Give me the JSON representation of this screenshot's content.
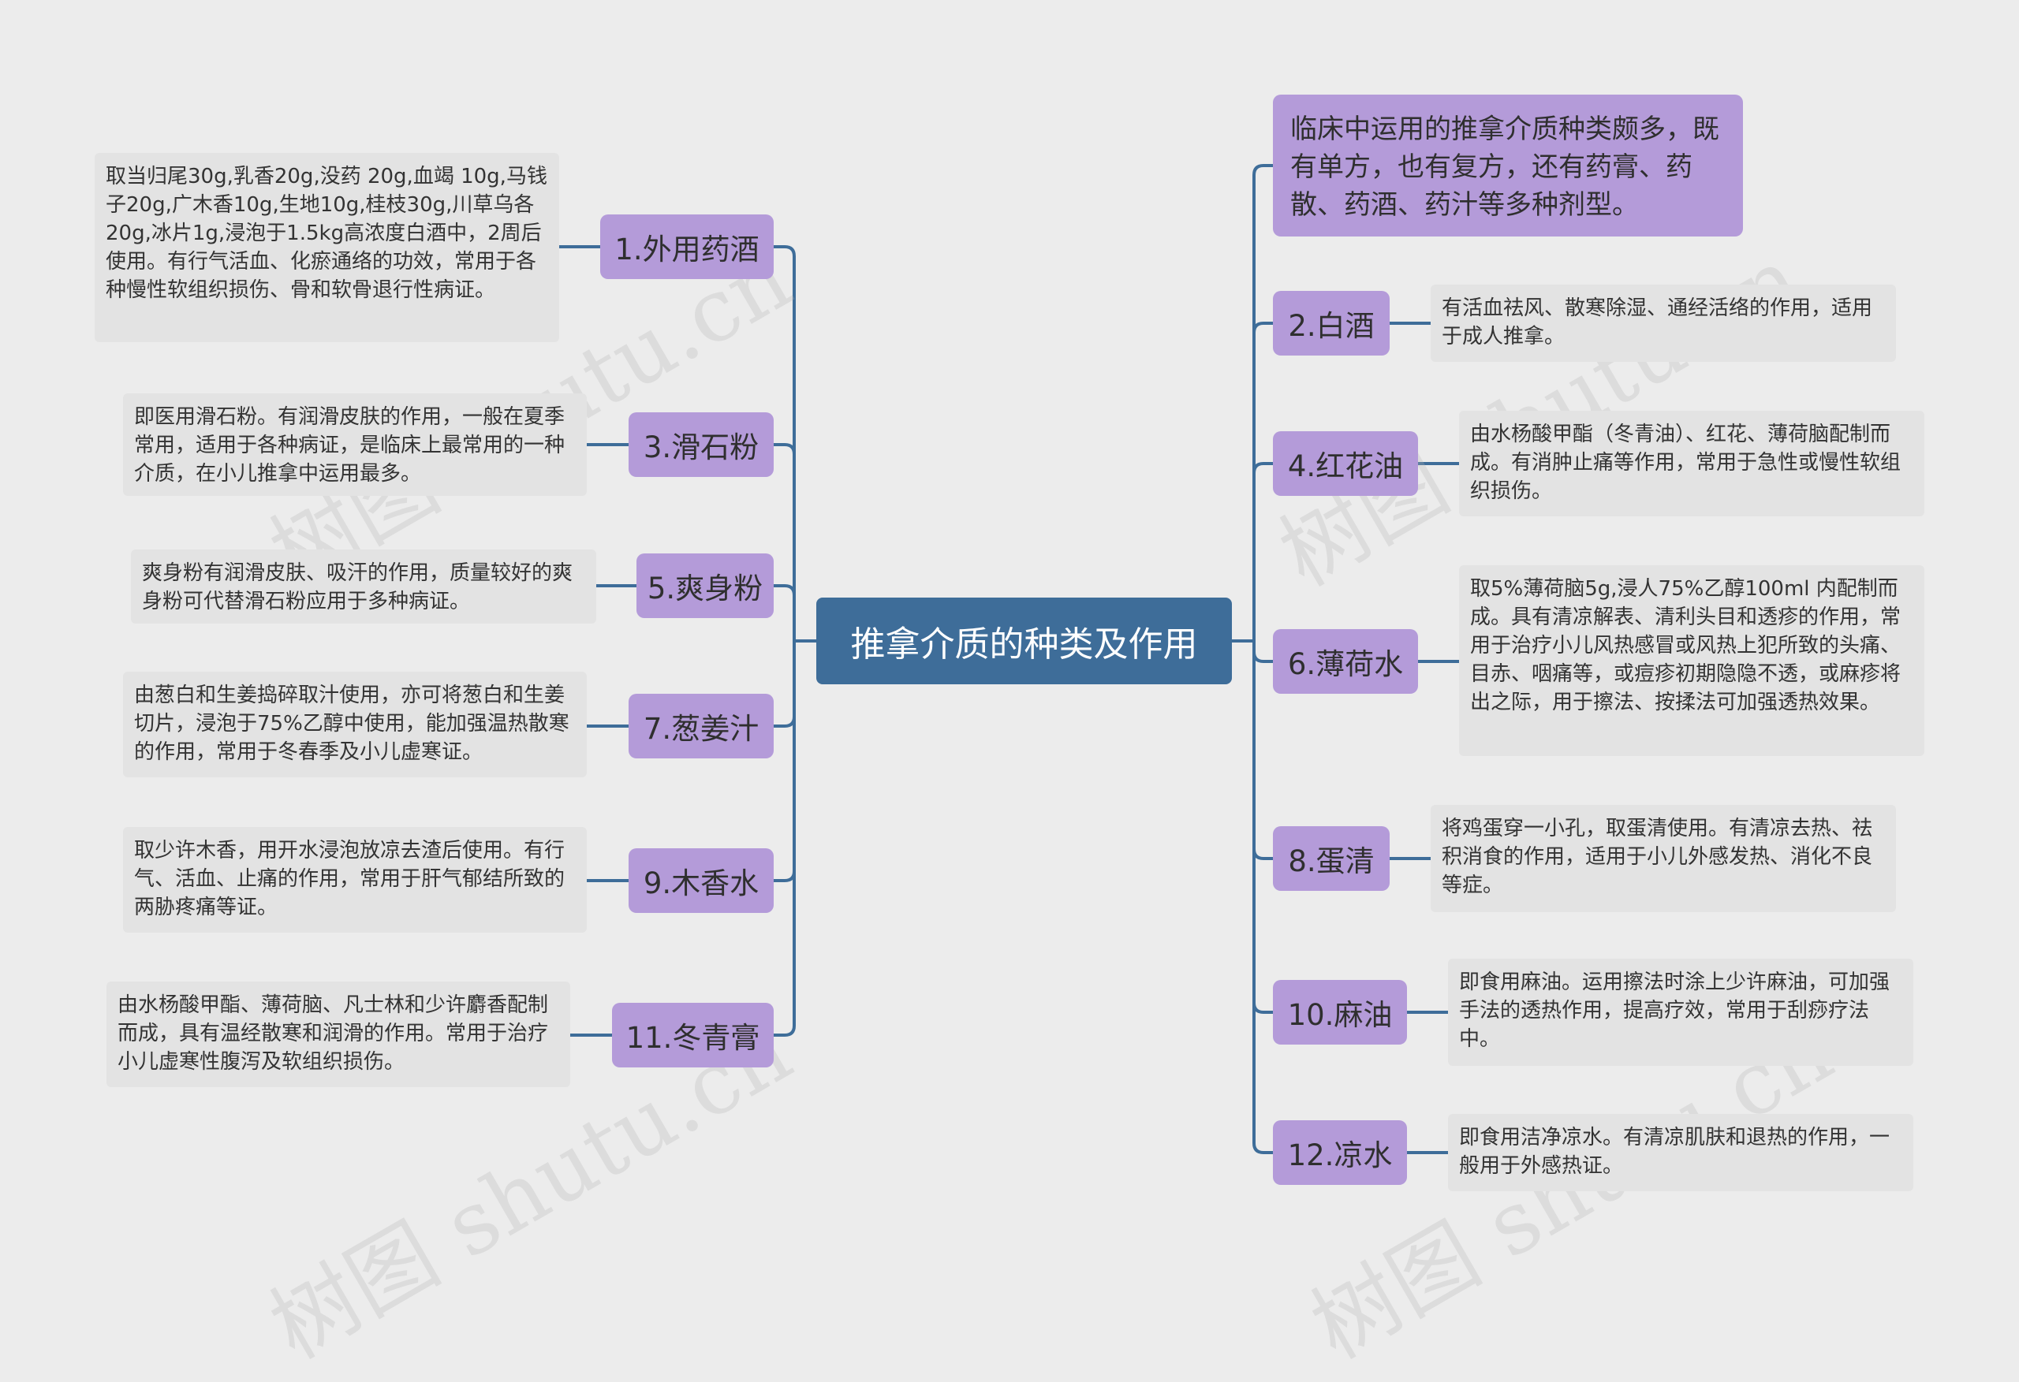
{
  "center": "推拿介质的种类及作用",
  "intro": "临床中运用的推拿介质种类颇多，既有单方，也有复方，还有药膏、药散、药酒、药汁等多种剂型。",
  "left": [
    {
      "label": "1.外用药酒",
      "note": "取当归尾30g,乳香20g,没药 20g,血竭 10g,马钱子20g,广木香10g,生地10g,桂枝30g,川草乌各20g,冰片1g,浸泡于1.5kg高浓度白酒中，2周后使用。有行气活血、化瘀通络的功效，常用于各种慢性软组织损伤、骨和软骨退行性病证。"
    },
    {
      "label": "3.滑石粉",
      "note": "即医用滑石粉。有润滑皮肤的作用，一般在夏季常用，适用于各种病证，是临床上最常用的一种介质，在小儿推拿中运用最多。"
    },
    {
      "label": "5.爽身粉",
      "note": "爽身粉有润滑皮肤、吸汗的作用，质量较好的爽身粉可代替滑石粉应用于多种病证。"
    },
    {
      "label": "7.葱姜汁",
      "note": "由葱白和生姜捣碎取汁使用，亦可将葱白和生姜切片，浸泡于75%乙醇中使用，能加强温热散寒的作用，常用于冬春季及小儿虚寒证。"
    },
    {
      "label": "9.木香水",
      "note": "取少许木香，用开水浸泡放凉去渣后使用。有行气、活血、止痛的作用，常用于肝气郁结所致的两胁疼痛等证。"
    },
    {
      "label": "11.冬青膏",
      "note": "由水杨酸甲酯、薄荷脑、凡士林和少许麝香配制而成，具有温经散寒和润滑的作用。常用于治疗小儿虚寒性腹泻及软组织损伤。"
    }
  ],
  "right": [
    {
      "label": "2.白酒",
      "note": "有活血祛风、散寒除湿、通经活络的作用，适用于成人推拿。"
    },
    {
      "label": "4.红花油",
      "note": "由水杨酸甲酯（冬青油）、红花、薄荷脑配制而成。有消肿止痛等作用，常用于急性或慢性软组织损伤。"
    },
    {
      "label": "6.薄荷水",
      "note": "取5%薄荷脑5g,浸人75%乙醇100ml 内配制而成。具有清凉解表、清利头目和透疹的作用，常用于治疗小儿风热感冒或风热上犯所致的头痛、目赤、咽痛等，或痘疹初期隐隐不透，或麻疹将出之际，用于擦法、按揉法可加强透热效果。"
    },
    {
      "label": "8.蛋清",
      "note": "将鸡蛋穿一小孔，取蛋清使用。有清凉去热、祛积消食的作用，适用于小儿外感发热、消化不良等症。"
    },
    {
      "label": "10.麻油",
      "note": "即食用麻油。运用擦法时涂上少许麻油，可加强手法的透热作用，提高疗效，常用于刮痧疗法中。"
    },
    {
      "label": "12.凉水",
      "note": "即食用洁净凉水。有清凉肌肤和退热的作用，一般用于外感热证。"
    }
  ],
  "watermark": "树图 shutu.cn",
  "colors": {
    "center": "#3e6d99",
    "topic": "#b49bd9",
    "note": "#e3e3e3",
    "line": "#3e6d99",
    "background": "#ececec"
  }
}
